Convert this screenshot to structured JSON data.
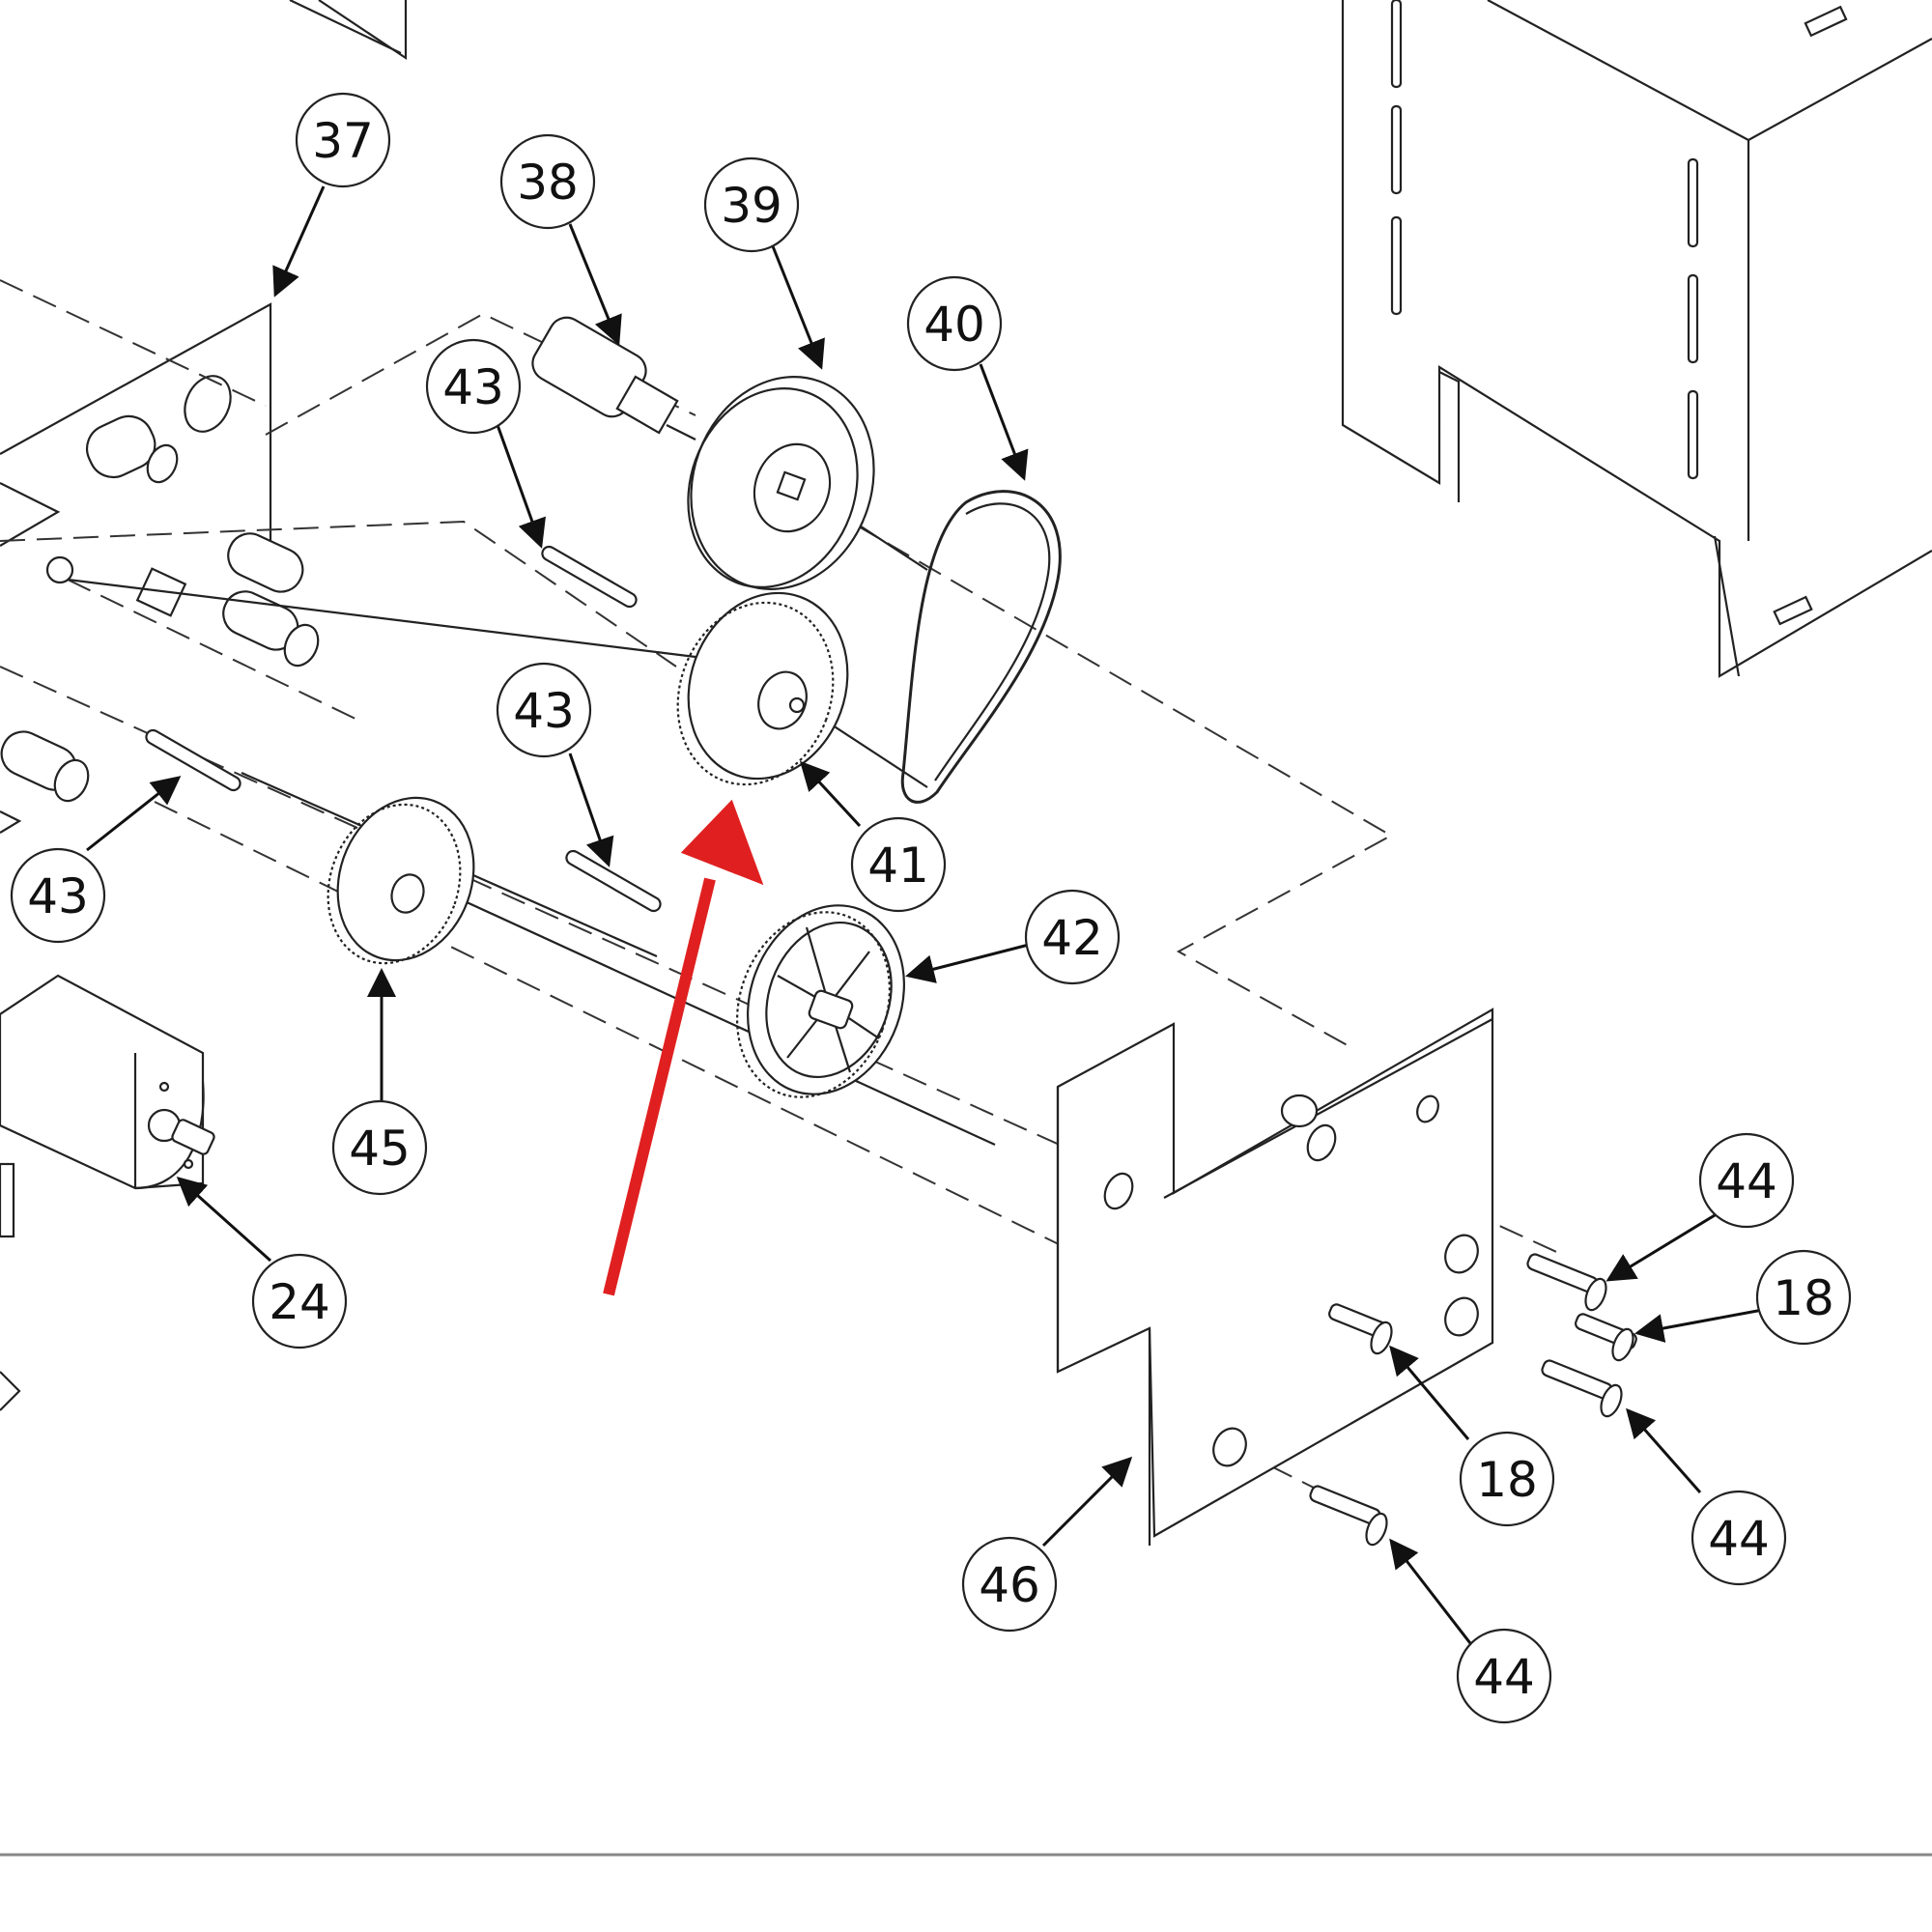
{
  "diagram": {
    "accent_color": "#e02020",
    "callouts": [
      {
        "id": "c37",
        "label": "37"
      },
      {
        "id": "c38",
        "label": "38"
      },
      {
        "id": "c39",
        "label": "39"
      },
      {
        "id": "c40",
        "label": "40"
      },
      {
        "id": "c43a",
        "label": "43"
      },
      {
        "id": "c43b",
        "label": "43"
      },
      {
        "id": "c43c",
        "label": "43"
      },
      {
        "id": "c41",
        "label": "41"
      },
      {
        "id": "c42",
        "label": "42"
      },
      {
        "id": "c45",
        "label": "45"
      },
      {
        "id": "c24",
        "label": "24"
      },
      {
        "id": "c44a",
        "label": "44"
      },
      {
        "id": "c18a",
        "label": "18"
      },
      {
        "id": "c18b",
        "label": "18"
      },
      {
        "id": "c44b",
        "label": "44"
      },
      {
        "id": "c46",
        "label": "46"
      },
      {
        "id": "c44c",
        "label": "44"
      }
    ]
  }
}
